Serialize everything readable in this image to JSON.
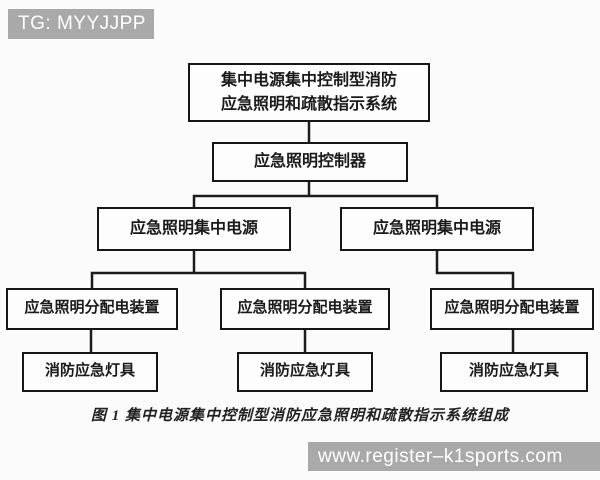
{
  "badges": {
    "top_left": {
      "label": "TG: MYYJJPP",
      "bg_color": "#a9a9a9",
      "text_color": "#ffffff"
    },
    "bottom_right": {
      "label": "www.register–k1sports.com",
      "bg_color": "#a9a9a9",
      "text_color": "#ffffff"
    }
  },
  "diagram": {
    "line_color": "#1c1c1c",
    "nodes": {
      "system": {
        "line1": "集中电源集中控制型消防",
        "line2": "应急照明和疏散指示系统"
      },
      "controller": {
        "label": "应急照明控制器"
      },
      "cps_left": {
        "label": "应急照明集中电源"
      },
      "cps_right": {
        "label": "应急照明集中电源"
      },
      "dist_1": {
        "label": "应急照明分配电装置"
      },
      "dist_2": {
        "label": "应急照明分配电装置"
      },
      "dist_3": {
        "label": "应急照明分配电装置"
      },
      "lamp_1": {
        "label": "消防应急灯具"
      },
      "lamp_2": {
        "label": "消防应急灯具"
      },
      "lamp_3": {
        "label": "消防应急灯具"
      }
    },
    "edges": [
      [
        "system",
        "controller"
      ],
      [
        "controller",
        "cps_left"
      ],
      [
        "controller",
        "cps_right"
      ],
      [
        "cps_left",
        "dist_1"
      ],
      [
        "cps_left",
        "dist_2"
      ],
      [
        "cps_right",
        "dist_3"
      ],
      [
        "dist_1",
        "lamp_1"
      ],
      [
        "dist_2",
        "lamp_2"
      ],
      [
        "dist_3",
        "lamp_3"
      ]
    ],
    "caption": "图 1  集中电源集中控制型消防应急照明和疏散指示系统组成"
  }
}
